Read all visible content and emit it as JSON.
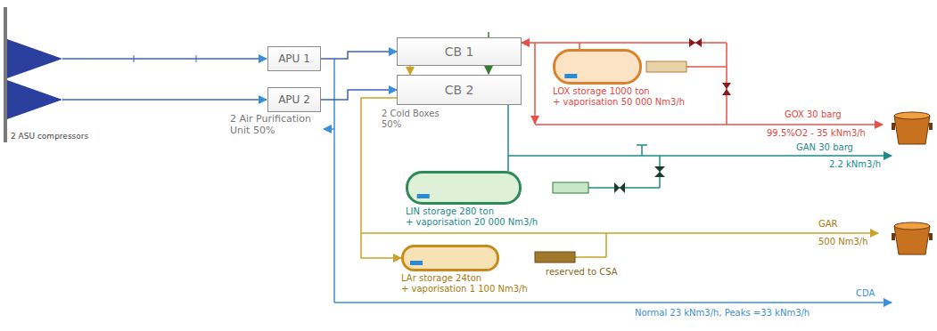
{
  "diagram": {
    "nodes": [
      {
        "text": [
          "APU 1"
        ]
      },
      {
        "text": [
          "APU 2"
        ]
      },
      {
        "text": [
          "CB 1"
        ]
      },
      {
        "text": [
          "CB 2"
        ]
      },
      {
        "text": [
          "LOX storage 1000 ton",
          "+ vaporisation 50 000 Nm3/h"
        ]
      },
      {
        "text": [
          "LIN storage 280 ton",
          "+ vaporisation 20 000 Nm3/h"
        ]
      },
      {
        "text": [
          "LAr storage 24ton",
          "+ vaporisation 1 100 Nm3/h"
        ]
      }
    ],
    "edges": [
      {
        "from": 0,
        "to": 2,
        "arrow": "to"
      },
      {
        "from": 1,
        "to": 3,
        "arrow": "to"
      },
      {
        "from": 2,
        "to": 3,
        "arrow": "to"
      },
      {
        "from": 4,
        "to": 2,
        "arrow": "to"
      },
      {
        "from": 3,
        "to": 5,
        "arrow": "none"
      },
      {
        "from": 3,
        "to": 6,
        "arrow": "to"
      }
    ],
    "labels": [
      "2 ASU compressors",
      "2 Air Purification Unit 50%",
      "2 Cold Boxes 50%",
      "GOX 30 barg",
      "99.5%O2 - 35 kNm3/h",
      "GAN 30 barg",
      "2.2 kNm3/h",
      "GAR",
      "500 Nm3/h",
      "reserved to CSA",
      "CDA",
      "Normal 23 kNm3/h, Peaks =33 kNm3/h"
    ]
  }
}
